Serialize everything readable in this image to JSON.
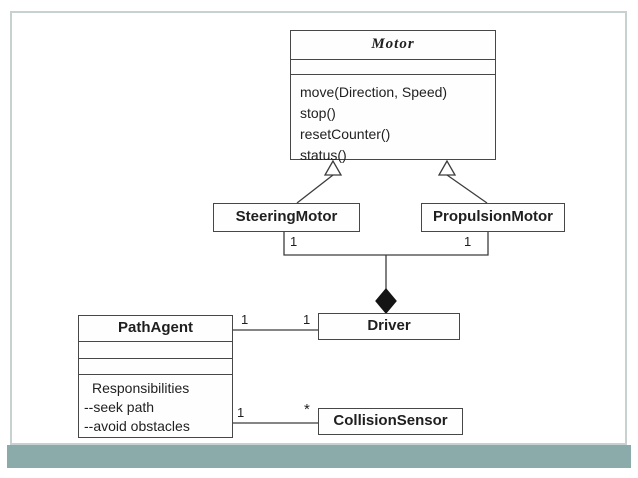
{
  "slide": {
    "background": "#ffffff",
    "border_color": "#c6d1d0",
    "band_color": "#8aabaa",
    "line_color": "#3c3c3c"
  },
  "classes": {
    "motor": {
      "name": "Motor",
      "methods": [
        "move(Direction, Speed)",
        "stop()",
        "resetCounter()",
        "status()"
      ]
    },
    "steering_motor": {
      "name": "SteeringMotor"
    },
    "propulsion_motor": {
      "name": "PropulsionMotor"
    },
    "driver": {
      "name": "Driver"
    },
    "path_agent": {
      "name": "PathAgent",
      "responsibilities_title": "Responsibilities",
      "responsibilities": [
        "--seek path",
        "--avoid obstacles"
      ]
    },
    "collision_sensor": {
      "name": "CollisionSensor"
    }
  },
  "relationships": {
    "steering_to_driver_multiplicity": "1",
    "propulsion_to_driver_multiplicity": "1",
    "pathagent_driver": {
      "pathagent_end": "1",
      "driver_end": "1"
    },
    "pathagent_sensor": {
      "pathagent_end": "1",
      "sensor_end": "*"
    }
  }
}
